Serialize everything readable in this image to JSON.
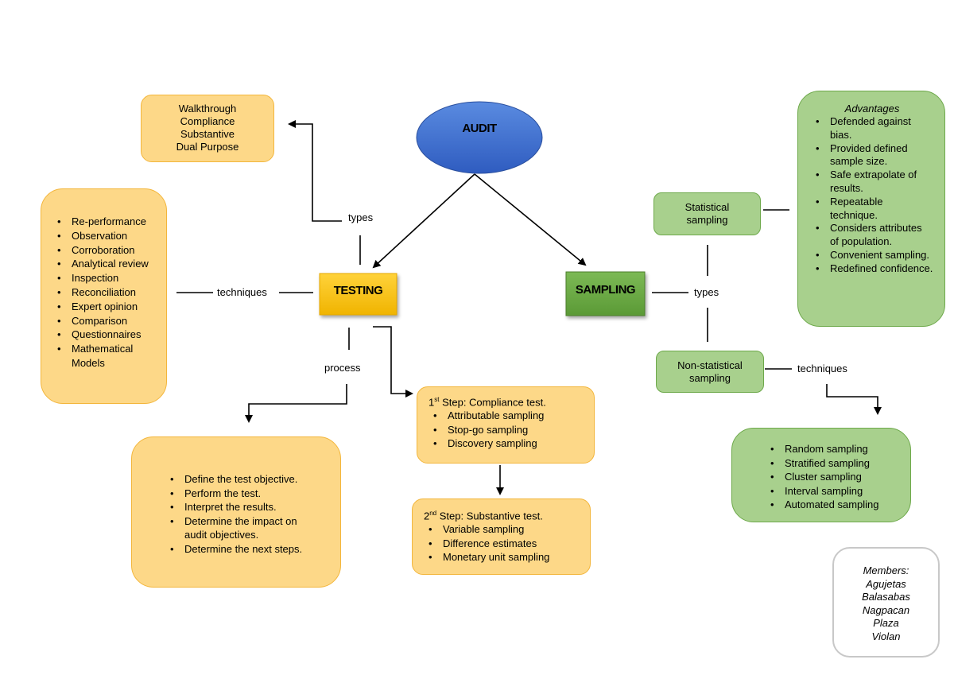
{
  "audit": {
    "label": "AUDIT"
  },
  "testing": {
    "label": "TESTING"
  },
  "sampling": {
    "label": "SAMPLING"
  },
  "labels": {
    "types_testing": "types",
    "techniques_testing": "techniques",
    "process": "process",
    "types_sampling": "types",
    "techniques_sampling": "techniques"
  },
  "testing_types": [
    "Walkthrough",
    "Compliance",
    "Substantive",
    "Dual Purpose"
  ],
  "testing_techniques": [
    "Re-performance",
    "Observation",
    "Corroboration",
    "Analytical review",
    "Inspection",
    "Reconciliation",
    "Expert opinion",
    "Comparison",
    "Questionnaires",
    "Mathematical Models"
  ],
  "process_steps": [
    "Define the test objective.",
    "Perform the test.",
    "Interpret the results.",
    "Determine the impact on audit objectives.",
    "Determine the next steps."
  ],
  "step1": {
    "num": "1",
    "sup": "st",
    "title": " Step: Compliance test.",
    "items": [
      "Attributable sampling",
      "Stop-go sampling",
      "Discovery sampling"
    ]
  },
  "step2": {
    "num": "2",
    "sup": "nd",
    "title": " Step: Substantive test.",
    "items": [
      "Variable sampling",
      "Difference estimates",
      "Monetary unit sampling"
    ]
  },
  "statistical": {
    "label": "Statistical sampling"
  },
  "non_statistical": {
    "label": "Non-statistical sampling"
  },
  "advantages": {
    "title": "Advantages",
    "items": [
      "Defended against bias.",
      "Provided defined sample size.",
      "Safe extrapolate of results.",
      "Repeatable technique.",
      "Considers attributes of population.",
      "Convenient sampling.",
      "Redefined confidence."
    ]
  },
  "nonstat_techniques": [
    "Random sampling",
    "Stratified sampling",
    "Cluster sampling",
    "Interval sampling",
    "Automated sampling"
  ],
  "members": {
    "title": "Members:",
    "names": [
      "Agujetas",
      "Balasabas",
      "Nagpacan",
      "Plaza",
      "Violan"
    ]
  },
  "colors": {
    "audit_fill": "#3f6fce",
    "testing_fill": "#f5c000",
    "sampling_fill": "#6aa842",
    "orange_box": "#fdd888",
    "green_box": "#a8d08d"
  }
}
